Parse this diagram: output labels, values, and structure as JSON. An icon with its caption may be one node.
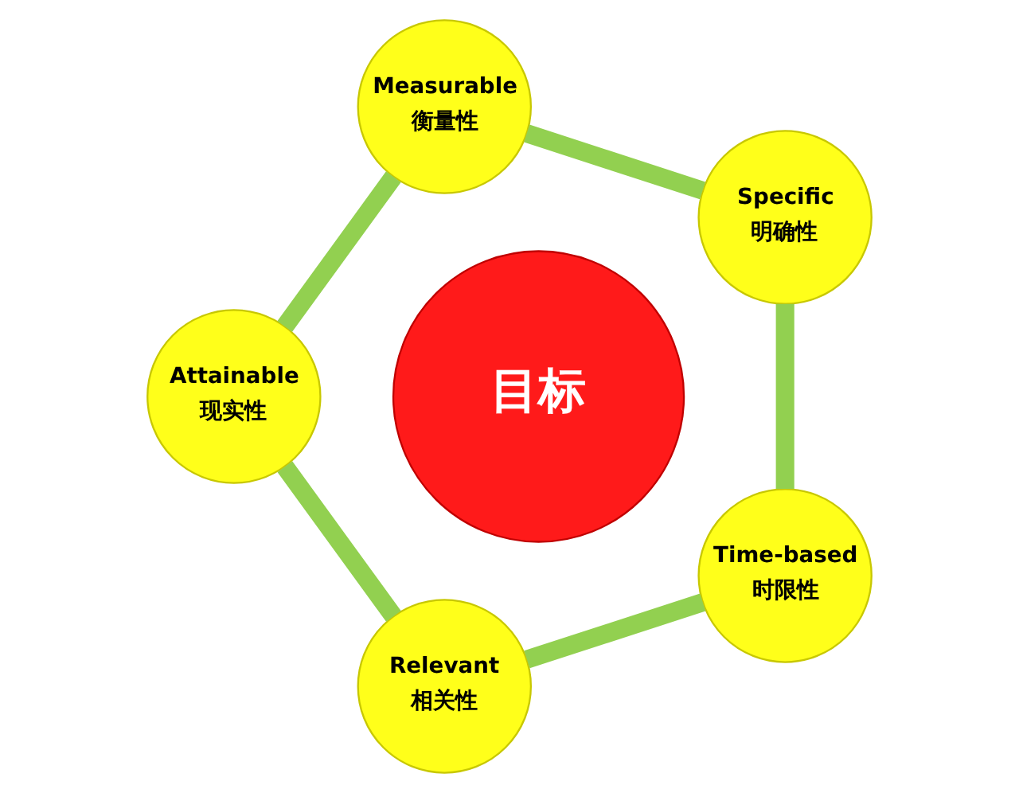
{
  "diagram": {
    "nodes": [
      {
        "text": [
          "Specific",
          "明确性"
        ]
      },
      {
        "text": [
          "Measurable",
          "衡量性"
        ]
      },
      {
        "text": [
          "Attainable",
          "现实性"
        ]
      },
      {
        "text": [
          "Relevant",
          "相关性"
        ]
      },
      {
        "text": [
          "Time-based",
          "时限性"
        ]
      },
      {
        "text": [
          "目标"
        ]
      }
    ],
    "edges": [
      {
        "from": 0,
        "to": 1,
        "arrow": "none"
      },
      {
        "from": 1,
        "to": 2,
        "arrow": "none"
      },
      {
        "from": 2,
        "to": 3,
        "arrow": "none"
      },
      {
        "from": 3,
        "to": 4,
        "arrow": "none"
      },
      {
        "from": 4,
        "to": 0,
        "arrow": "none"
      }
    ]
  }
}
